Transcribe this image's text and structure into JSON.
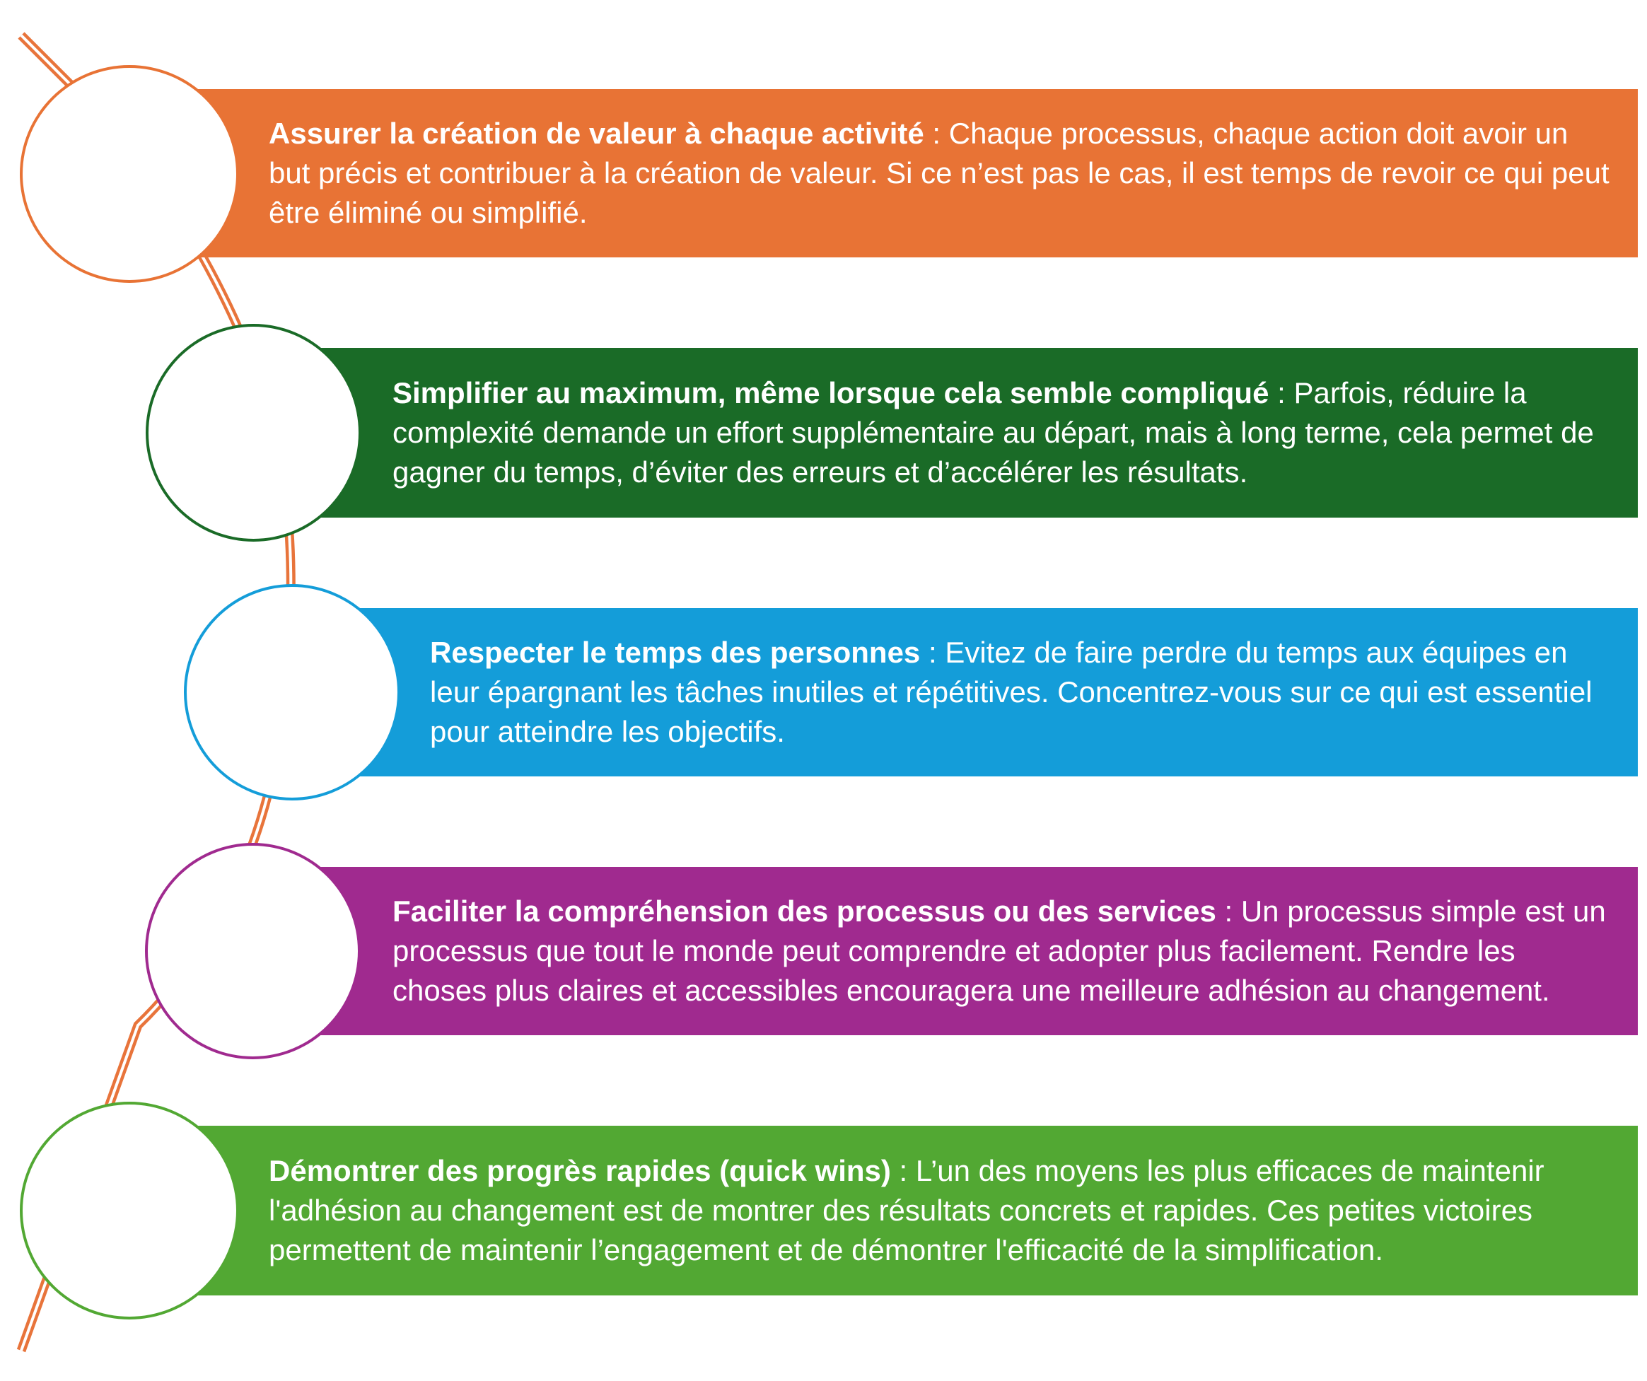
{
  "connector_color": "#E8743B",
  "steps": [
    {
      "title": "Assurer la création de valeur à chaque activité",
      "separator": " : ",
      "text": "Chaque processus, chaque action doit avoir un but précis et contribuer à la création de valeur. Si ce n’est pas le cas, il est temps de revoir ce qui peut être éliminé ou simplifié.",
      "color": "#E87335"
    },
    {
      "title": "Simplifier au maximum, même lorsque cela semble compliqué",
      "separator": " : ",
      "text": "Parfois, réduire la complexité demande un effort supplémentaire au départ, mais à long terme, cela permet de gagner du temps, d’éviter des erreurs et d’accélérer les résultats.",
      "color": "#1A6B27"
    },
    {
      "title": "Respecter le temps des personnes",
      "separator": " : ",
      "text": "Evitez de faire perdre du temps aux équipes en leur épargnant les tâches inutiles et répétitives. Concentrez-vous sur ce qui est essentiel pour atteindre les objectifs.",
      "color": "#149DD9"
    },
    {
      "title": "Faciliter la compréhension des processus ou des services",
      "separator": " : ",
      "text": "Un processus simple est un processus que tout le monde peut comprendre et adopter plus facilement. Rendre les choses plus claires et accessibles encouragera une meilleure adhésion au changement.",
      "color": "#A02A8F"
    },
    {
      "title": "Démontrer des progrès rapides (quick wins)",
      "separator": " : ",
      "text": "L’un des moyens les plus efficaces de maintenir l'adhésion au changement est de montrer des résultats concrets et rapides. Ces petites victoires permettent de maintenir l’engagement et de démontrer l'efficacité de la simplification.",
      "color": "#52A833"
    }
  ]
}
